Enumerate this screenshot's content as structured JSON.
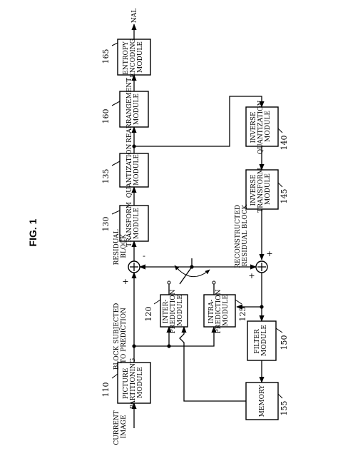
{
  "figure": {
    "title": "FIG. 1"
  },
  "modules": {
    "picture_partitioning": {
      "number": "110",
      "lines": [
        "PICTURE",
        "PARTITIONING",
        "MODULE"
      ]
    },
    "inter_prediction": {
      "number": "120",
      "lines": [
        "INTER-",
        "PREDICTION",
        "MODULE"
      ]
    },
    "intra_prediction": {
      "number": "125",
      "lines": [
        "INTRA-",
        "PREDICTION",
        "MODULE"
      ]
    },
    "transform": {
      "number": "130",
      "lines": [
        "TRANSFORM",
        "MODULE"
      ]
    },
    "quantization": {
      "number": "135",
      "lines": [
        "QUANTIZATION",
        "MODULE"
      ]
    },
    "inverse_quantization": {
      "number": "140",
      "lines": [
        "INVERSE",
        "QUANTIZATION",
        "MODULE"
      ]
    },
    "inverse_transform": {
      "number": "145",
      "lines": [
        "INVERSE",
        "TRANSFORM",
        "MODULE"
      ]
    },
    "filter": {
      "number": "150",
      "lines": [
        "FILTER",
        "MODULE"
      ]
    },
    "memory": {
      "number": "155",
      "lines": [
        "MEMORY"
      ]
    },
    "rearrangement": {
      "number": "160",
      "lines": [
        "REARRANGEMENT",
        "MODULE"
      ]
    },
    "entropy_encoding": {
      "number": "165",
      "lines": [
        "ENTROPY",
        "ENCODING",
        "MODULE"
      ]
    }
  },
  "labels": {
    "current_image": [
      "CURRENT",
      "IMAGE"
    ],
    "block_subjected": [
      "BLOCK SUBJECTED",
      "TO PREDICTION"
    ],
    "residual_block": [
      "RESIDUAL",
      "BLOCK"
    ],
    "reconstructed_residual": [
      "RECONSTRUCTED",
      "RESIDUAL BLOCK"
    ],
    "output": "NAL"
  },
  "signs": {
    "plus": "+",
    "minus": "-"
  }
}
